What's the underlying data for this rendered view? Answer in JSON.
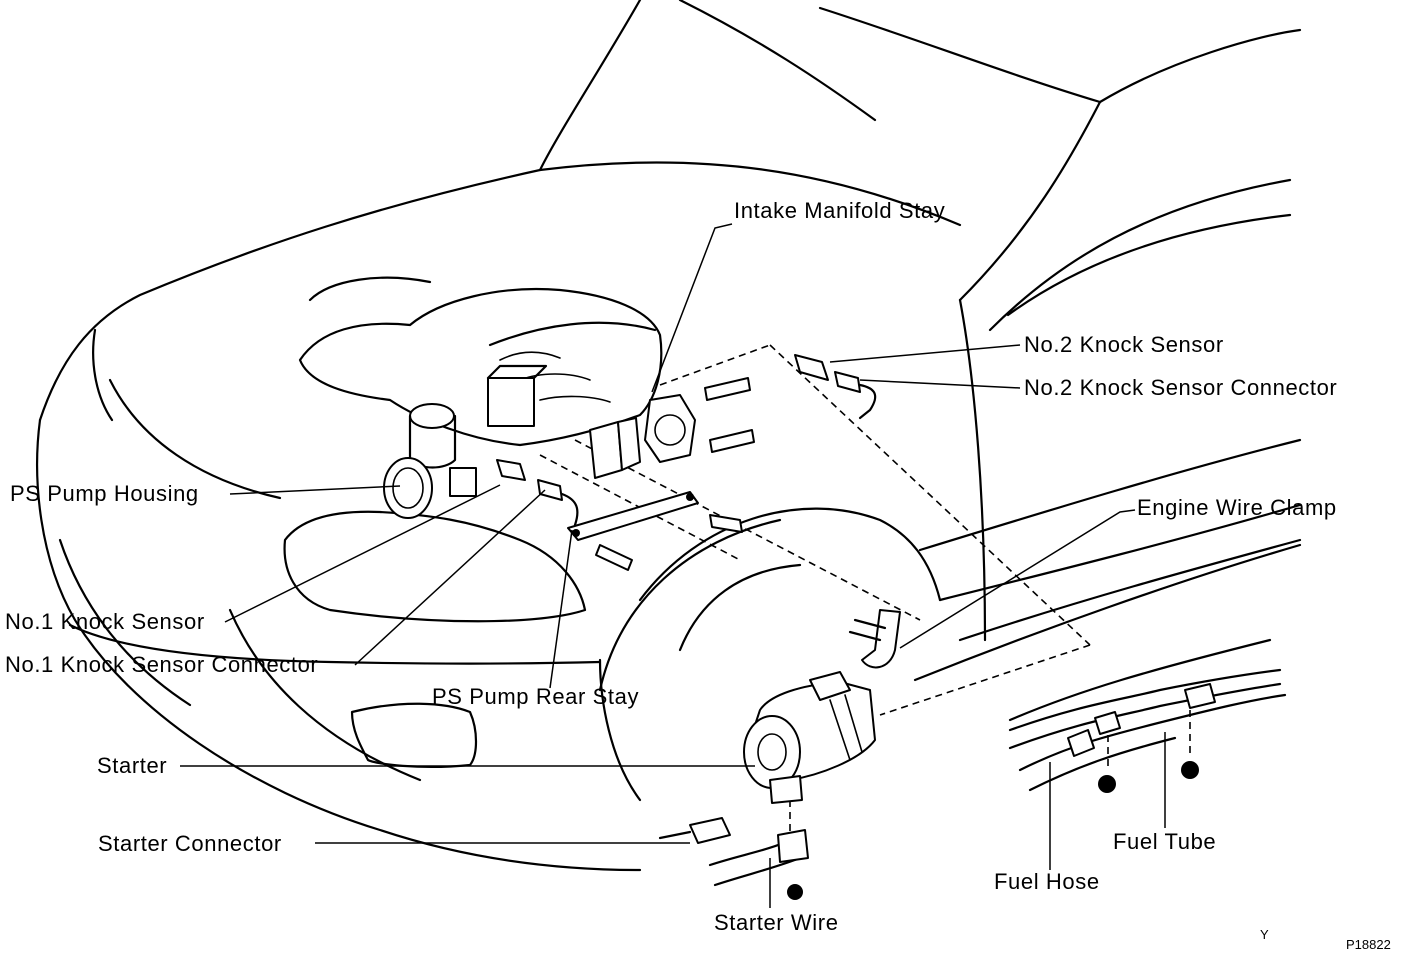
{
  "labels": {
    "intake_manifold_stay": "Intake Manifold Stay",
    "no2_knock_sensor": "No.2 Knock Sensor",
    "no2_knock_sensor_connector": "No.2 Knock Sensor Connector",
    "ps_pump_housing": "PS Pump Housing",
    "engine_wire_clamp": "Engine Wire Clamp",
    "no1_knock_sensor": "No.1 Knock Sensor",
    "no1_knock_sensor_connector": "No.1 Knock Sensor Connector",
    "ps_pump_rear_stay": "PS Pump Rear Stay",
    "starter": "Starter",
    "starter_connector": "Starter Connector",
    "starter_wire": "Starter Wire",
    "fuel_hose": "Fuel Hose",
    "fuel_tube": "Fuel Tube"
  },
  "footer": {
    "mark": "Y",
    "figure_code": "P18822"
  }
}
